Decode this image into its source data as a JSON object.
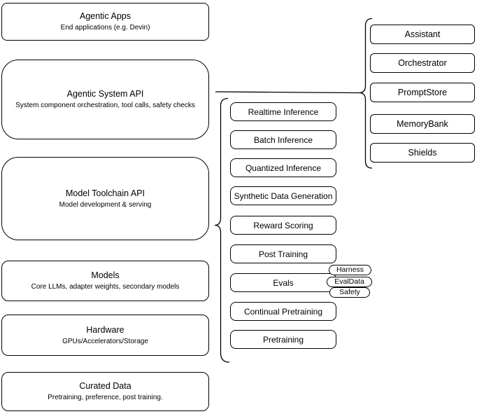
{
  "diagram": {
    "stack_layers": [
      {
        "title": "Agentic Apps",
        "subtitle": "End applications (e.g. Devin)"
      },
      {
        "title": "Agentic System API",
        "subtitle": "System component orchestration, tool calls, safety checks"
      },
      {
        "title": "Model Toolchain API",
        "subtitle": "Model development & serving"
      },
      {
        "title": "Models",
        "subtitle": "Core LLMs, adapter weights, secondary models"
      },
      {
        "title": "Hardware",
        "subtitle": "GPUs/Accelerators/Storage"
      },
      {
        "title": "Curated Data",
        "subtitle": "Pretraining, preference, post training."
      }
    ],
    "toolchain_items": [
      "Realtime Inference",
      "Batch Inference",
      "Quantized Inference",
      "Synthetic Data Generation",
      "Reward Scoring",
      "Post Training",
      "Evals",
      "Continual Pretraining",
      "Pretraining"
    ],
    "eval_tags": [
      "Harness",
      "EvalData",
      "Safety"
    ],
    "system_components": [
      "Assistant",
      "Orchestrator",
      "PromptStore",
      "MemoryBank",
      "Shields"
    ],
    "colors": {
      "stroke": "#000000",
      "fill": "#ffffff",
      "background": "#ffffff"
    }
  }
}
